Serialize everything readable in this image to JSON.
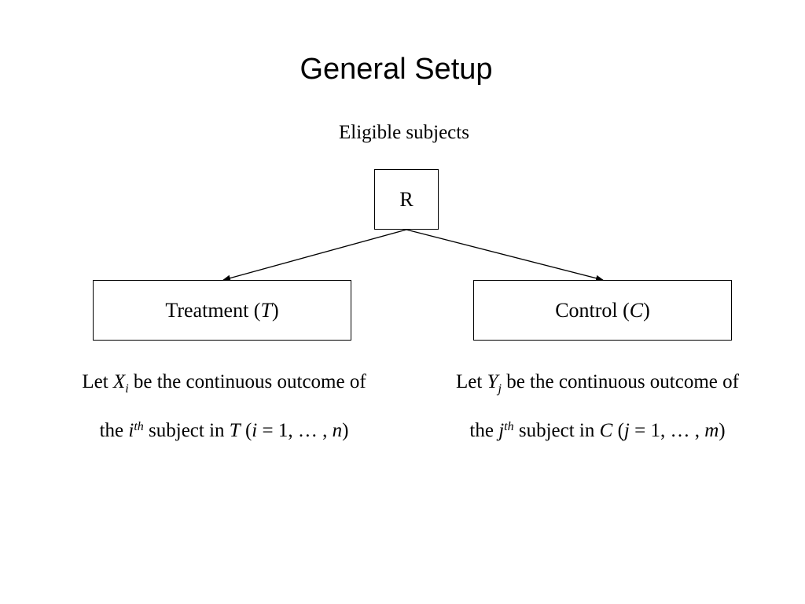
{
  "title": "General Setup",
  "diagram": {
    "top_label": "Eligible subjects",
    "root_box": "R",
    "left_box": {
      "label": "Treatment (",
      "symbol": "T",
      "close": ")"
    },
    "right_box": {
      "label": "Control (",
      "symbol": "C",
      "close": ")"
    },
    "left_desc": {
      "let": "Let",
      "var": "X",
      "sub": "i",
      "rest": "be the continuous outcome of",
      "the": "the",
      "idx": "i",
      "sup": "th",
      "subject_in": "subject in",
      "group": "T",
      "range_open": "(",
      "range_var": "i",
      "range_eq": "= 1, … ,",
      "range_end": "n",
      "range_close": ")"
    },
    "right_desc": {
      "let": "Let",
      "var": "Y",
      "sub": "j",
      "rest": "be the continuous outcome of",
      "the": "the",
      "idx": "j",
      "sup": "th",
      "subject_in": "subject in",
      "group": "C",
      "range_open": "(",
      "range_var": "j",
      "range_eq": "= 1, … ,",
      "range_end": "m",
      "range_close": ")"
    }
  }
}
